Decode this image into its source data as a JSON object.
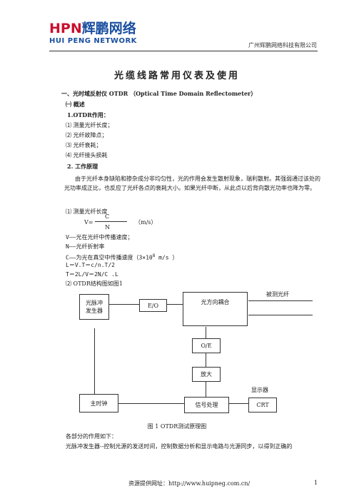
{
  "header": {
    "logo_hpn": "HPN",
    "logo_cn": "辉鹏网络",
    "logo_en": "HUI PENG NETWORK",
    "company": "广州辉鹏网络科技有限公司"
  },
  "title": "光缆线路常用仪表及使用",
  "section1": "一、光时域反射仪  OTDR （Optical Time Domain Reflectometer）",
  "sub1": "㈠ 概述",
  "item1": "1.OTDR作用：",
  "uses": [
    "⑴ 测量光纤长度；",
    "⑵ 光纤故障点；",
    "⑶ 光纤衰耗；",
    "⑷ 光纤接头损耗"
  ],
  "item2": "2. 工作原理",
  "paragraph": "由于光纤本身缺陷和掺杂成分非均匀性，光的作用会发生散射现象，瑞利散射。其强弱通过该处的光功率成正比，也反应了光纤各点的衰耗大小。如果光纤中断，从此点以后背向散光功率也降为零。",
  "measure_title": "⑴ 测量光纤长度",
  "formula": {
    "v": "V=",
    "num": "C",
    "den": "N",
    "unit": "（m/s）"
  },
  "defs": [
    "V——光在光纤中传播速度；",
    "N——光纤折射率",
    "C——为光在真空中传播速度（3×10",
    "L＝V.T＝c/n.T/2",
    "T＝2L/V＝2N/C .L",
    "⑵ OTDR结构图如图1"
  ],
  "exp": "8",
  "c_unit": " m/s ）",
  "diagram": {
    "pulse": "光脉冲\n发生器",
    "eo": "E/O",
    "coupler": "光方向耦合",
    "fiber": "被测光纤",
    "oe": "O/E",
    "amp": "放大",
    "clock": "主时钟",
    "signal": "信号处理",
    "display": "显示器",
    "crt": "CRT"
  },
  "caption": "图 1   OTDR测试原理图",
  "after1": "各部分的作用如下：",
  "after2": "光脉冲发生器--控制光源的发送时间，控制数据分析和显示电路与光源同步，以得到正确的",
  "footer": "资源提供网址：http://www.huipneg.com.cn/",
  "page": "1"
}
